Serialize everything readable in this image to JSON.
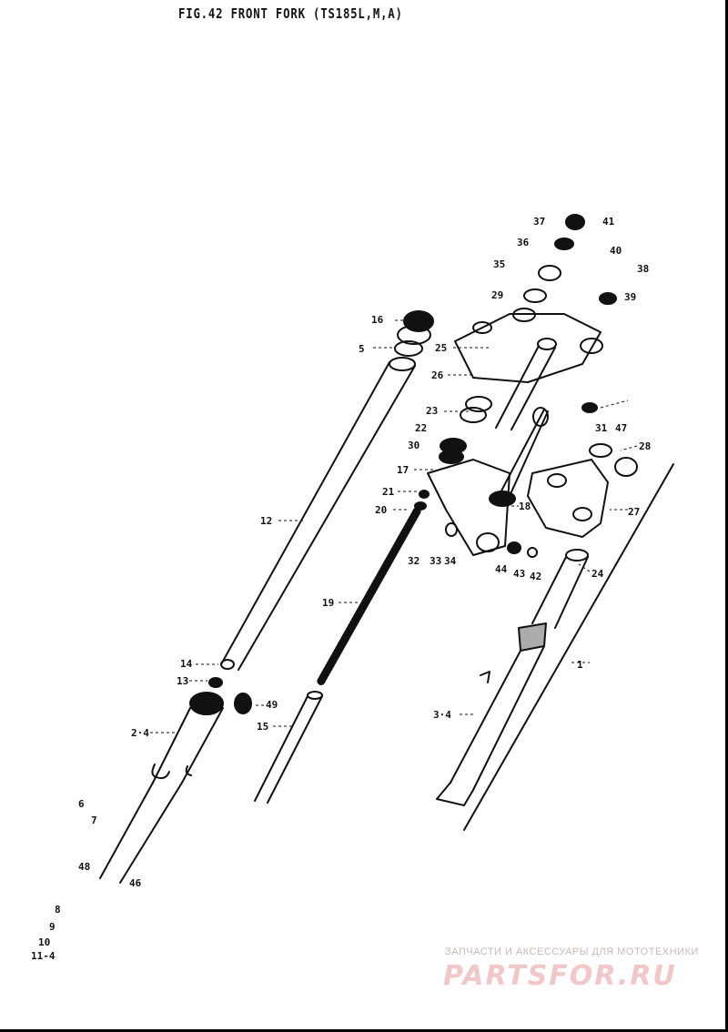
{
  "title": "FIG.42  FRONT FORK (TS185L,M,A)",
  "watermark": {
    "caption": "ЗАПЧАСТИ И АКСЕССУАРЫ ДЛЯ МОТОТЕХНИКИ",
    "logo": "PARTSFOR.RU"
  },
  "parts": [
    "1",
    "2·4",
    "3·4",
    "5",
    "6",
    "7",
    "8",
    "9",
    "10",
    "11-4",
    "12",
    "13",
    "14",
    "15",
    "16",
    "17",
    "18",
    "19",
    "20",
    "21",
    "22",
    "23",
    "24",
    "25",
    "26",
    "27",
    "28",
    "29",
    "30",
    "31",
    "32",
    "33",
    "34",
    "35",
    "36",
    "37",
    "38",
    "39",
    "40",
    "41",
    "42",
    "43",
    "44",
    "46",
    "47",
    "48",
    "49"
  ]
}
